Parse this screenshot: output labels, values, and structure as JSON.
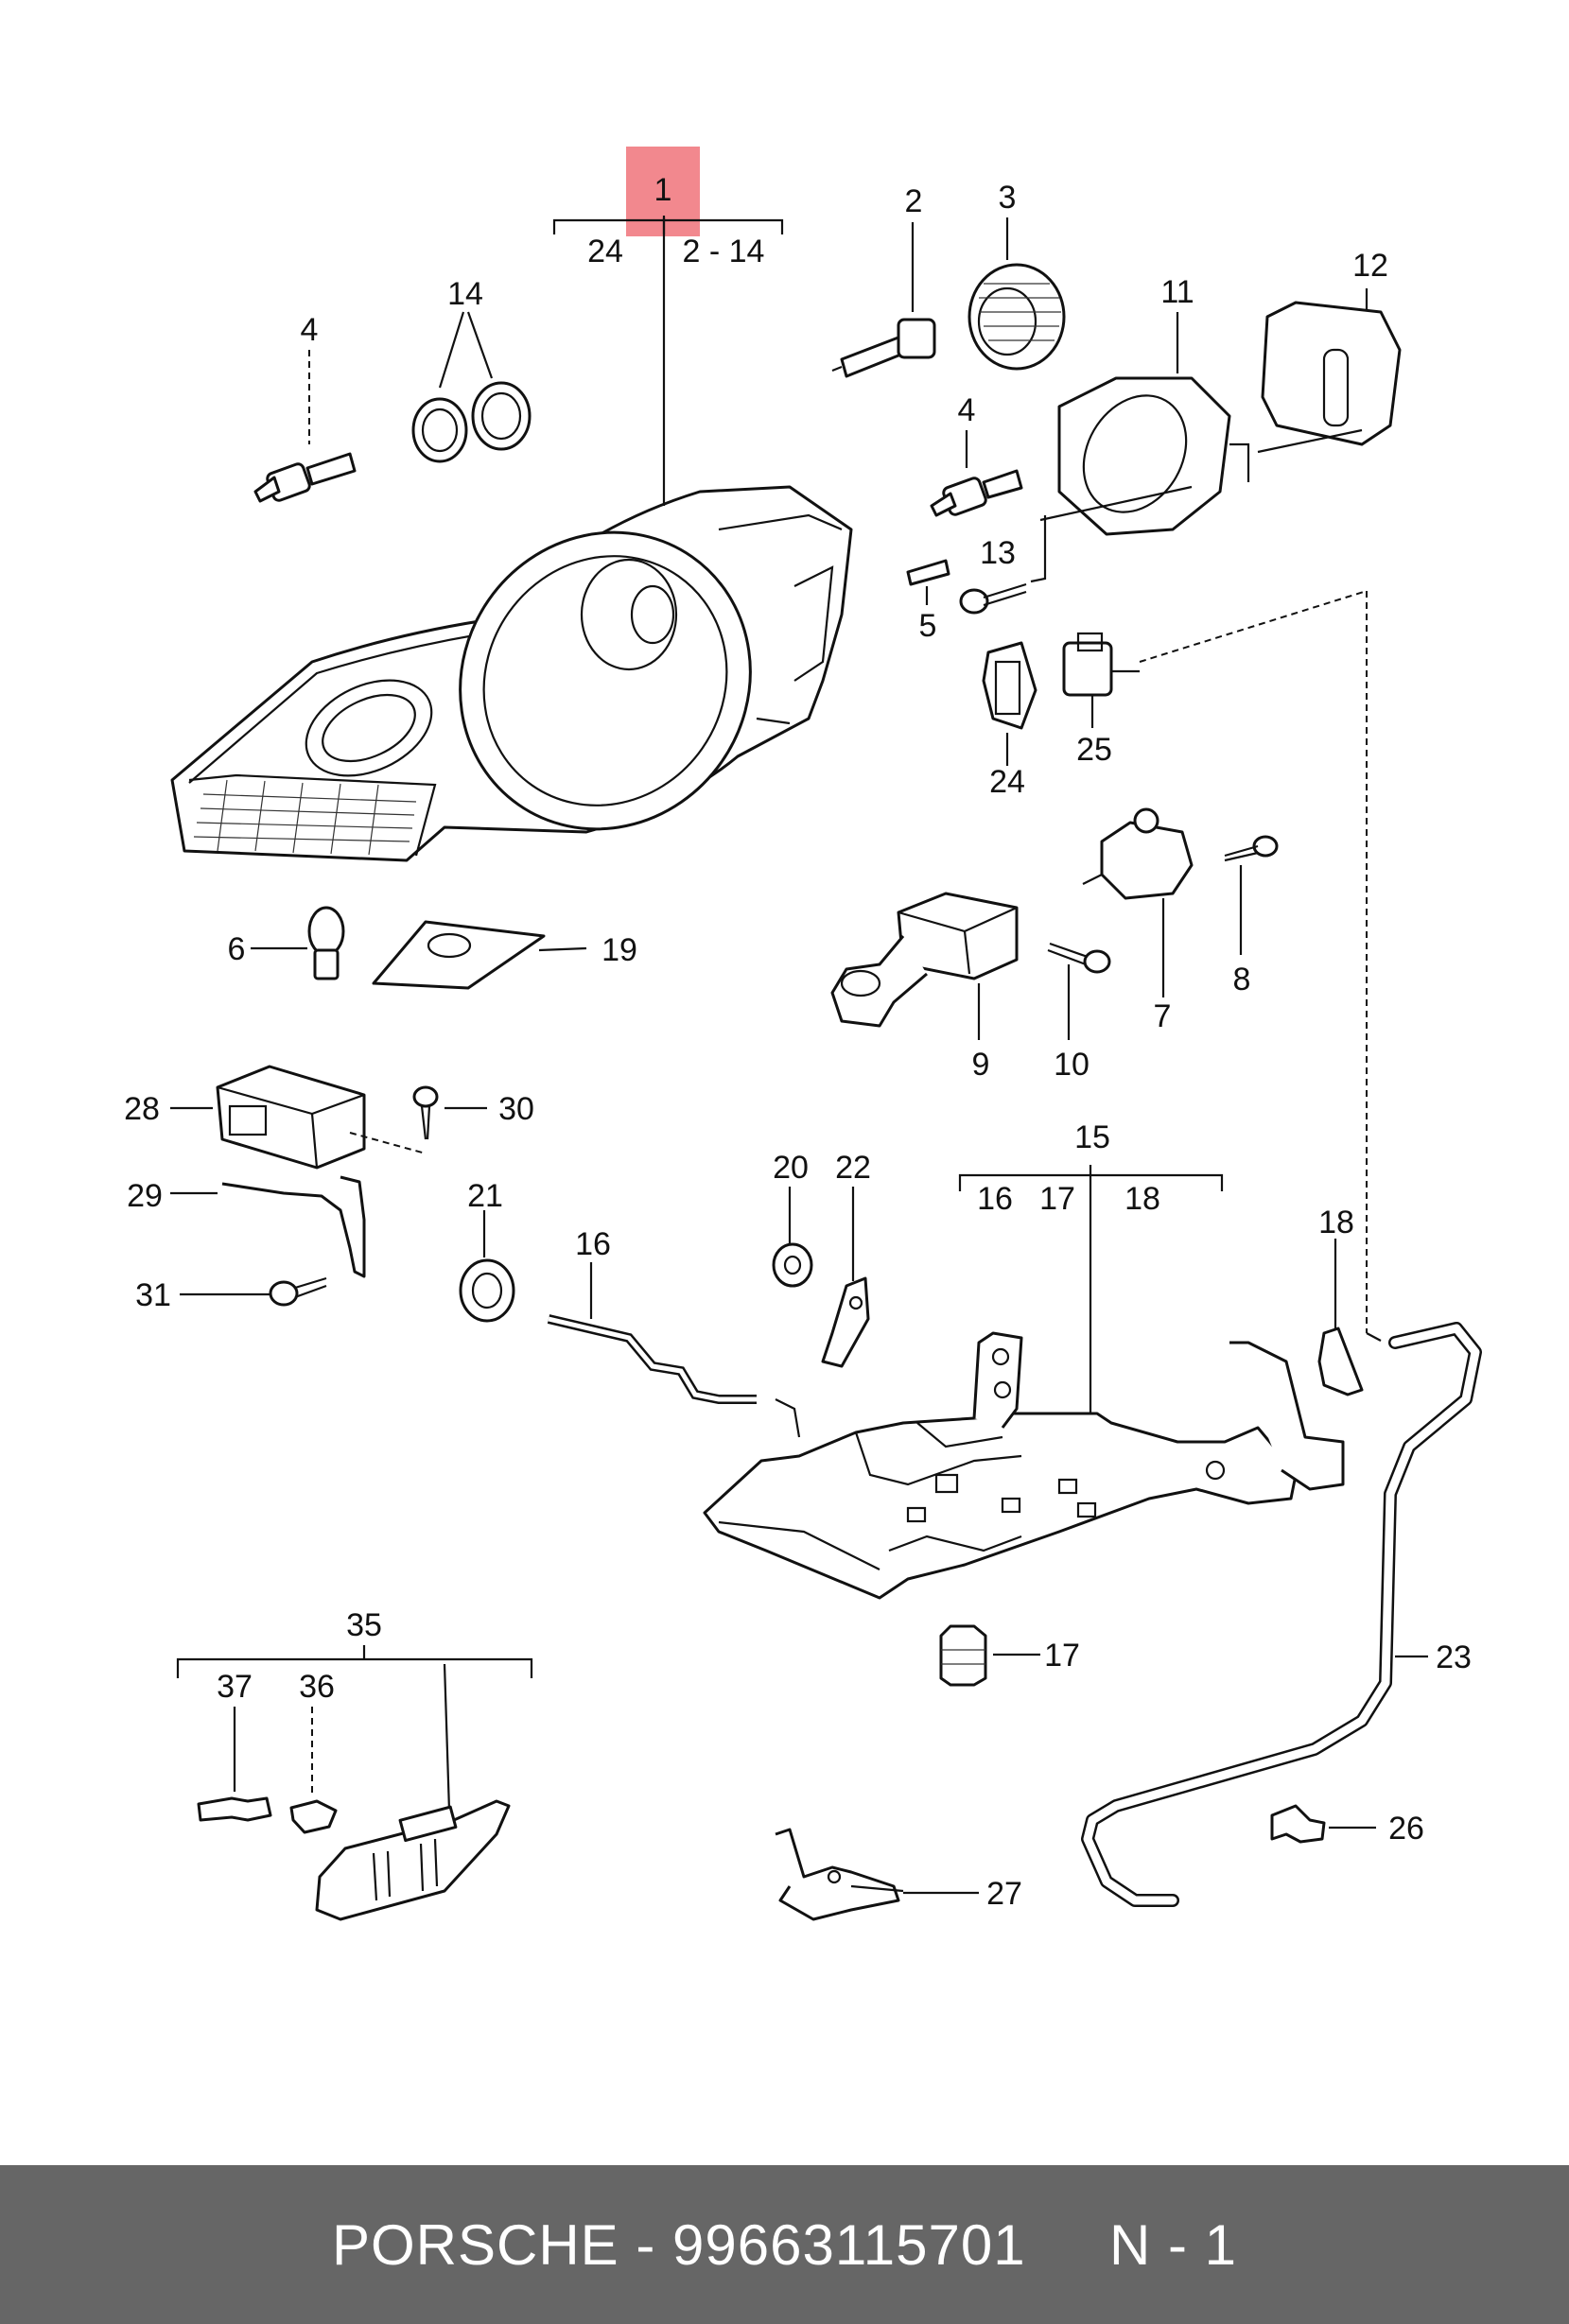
{
  "diagram": {
    "callouts": [
      {
        "id": "c1",
        "text": "1"
      },
      {
        "id": "c24a",
        "text": "24"
      },
      {
        "id": "c214",
        "text": "2 - 14"
      },
      {
        "id": "c2",
        "text": "2"
      },
      {
        "id": "c3",
        "text": "3"
      },
      {
        "id": "c4a",
        "text": "4"
      },
      {
        "id": "c14",
        "text": "14"
      },
      {
        "id": "c11",
        "text": "11"
      },
      {
        "id": "c12",
        "text": "12"
      },
      {
        "id": "c4b",
        "text": "4"
      },
      {
        "id": "c13",
        "text": "13"
      },
      {
        "id": "c5",
        "text": "5"
      },
      {
        "id": "c24b",
        "text": "24"
      },
      {
        "id": "c25",
        "text": "25"
      },
      {
        "id": "c6",
        "text": "6"
      },
      {
        "id": "c19",
        "text": "19"
      },
      {
        "id": "c7",
        "text": "7"
      },
      {
        "id": "c8",
        "text": "8"
      },
      {
        "id": "c9",
        "text": "9"
      },
      {
        "id": "c10",
        "text": "10"
      },
      {
        "id": "c28",
        "text": "28"
      },
      {
        "id": "c30",
        "text": "30"
      },
      {
        "id": "c29",
        "text": "29"
      },
      {
        "id": "c31",
        "text": "31"
      },
      {
        "id": "c21",
        "text": "21"
      },
      {
        "id": "c16a",
        "text": "16"
      },
      {
        "id": "c20",
        "text": "20"
      },
      {
        "id": "c22",
        "text": "22"
      },
      {
        "id": "c15",
        "text": "15"
      },
      {
        "id": "c16b",
        "text": "16"
      },
      {
        "id": "c17a",
        "text": "17"
      },
      {
        "id": "c18a",
        "text": "18"
      },
      {
        "id": "c18b",
        "text": "18"
      },
      {
        "id": "c17b",
        "text": "17"
      },
      {
        "id": "c23",
        "text": "23"
      },
      {
        "id": "c35",
        "text": "35"
      },
      {
        "id": "c37",
        "text": "37"
      },
      {
        "id": "c36",
        "text": "36"
      },
      {
        "id": "c26",
        "text": "26"
      },
      {
        "id": "c27",
        "text": "27"
      }
    ],
    "highlight_color": "#f0737a"
  },
  "footer": {
    "text": "PORSCHE - 99663115701     N - 1",
    "background": "#666666"
  }
}
